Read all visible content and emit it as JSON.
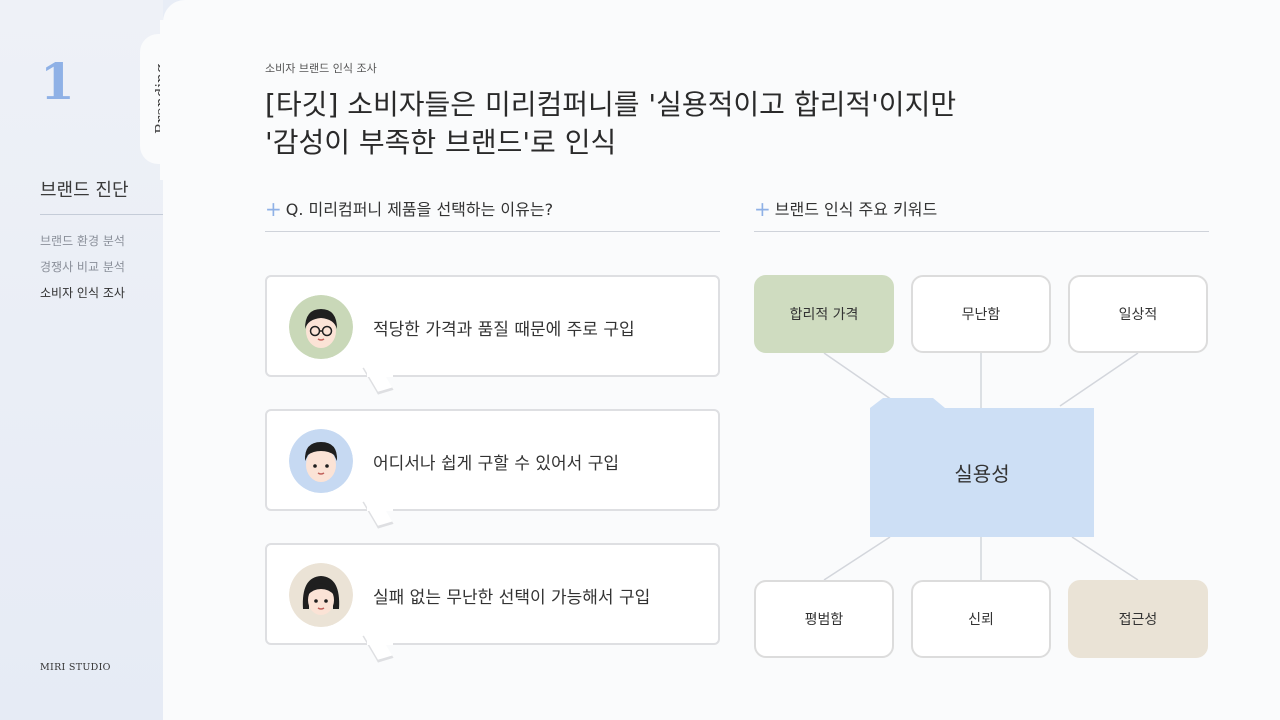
{
  "sidebar": {
    "section_number": "1",
    "title": "브랜드 진단",
    "nav": [
      "브랜드 환경 분석",
      "경쟁사 비교 분석",
      "소비자 인식 조사"
    ],
    "active_index": 2,
    "footer": "MIRI STUDIO"
  },
  "tab_label": "Branding",
  "eyebrow": "소비자 브랜드 인식 조사",
  "headline": {
    "line1": "[타깃] 소비자들은 미리컴퍼니를 '실용적이고 합리적'이지만",
    "line2": "'감성이 부족한 브랜드'로 인식"
  },
  "left_section": {
    "heading": "Q. 미리컴퍼니 제품을 선택하는 이유는?",
    "answers": [
      {
        "text": "적당한 가격과 품질 때문에 주로 구입",
        "avatar": "glasses-person-icon",
        "avatar_bg": "#c9d8b8"
      },
      {
        "text": "어디서나 쉽게 구할 수 있어서 구입",
        "avatar": "short-hair-person-icon",
        "avatar_bg": "#c6d9f2"
      },
      {
        "text": "실패 없는 무난한 선택이 가능해서 구입",
        "avatar": "bob-hair-person-icon",
        "avatar_bg": "#ebe3d6"
      }
    ]
  },
  "right_section": {
    "heading": "브랜드 인식 주요 키워드",
    "center": "실용성",
    "keywords": {
      "top": [
        "합리적 가격",
        "무난함",
        "일상적"
      ],
      "bottom": [
        "평범함",
        "신뢰",
        "접근성"
      ]
    }
  },
  "colors": {
    "accent_blue": "#8fb1e6",
    "folder_blue": "#cddff5",
    "highlight_green": "#cfdcc0",
    "highlight_beige": "#eae3d6"
  }
}
